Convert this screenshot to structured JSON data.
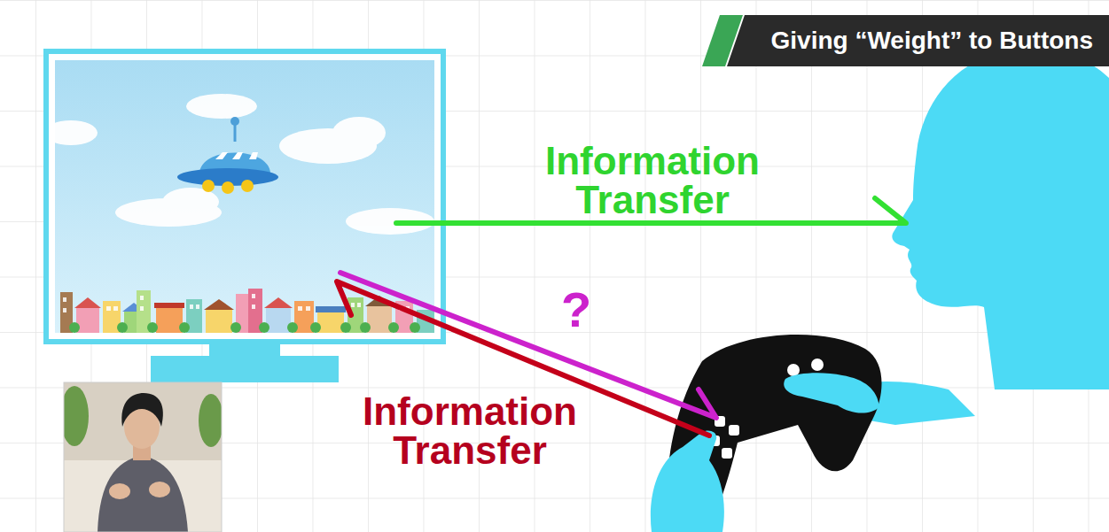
{
  "diagram": {
    "title": "Giving “Weight” to Buttons",
    "labels": [
      "Information Transfer",
      "?",
      "Information Transfer"
    ]
  }
}
